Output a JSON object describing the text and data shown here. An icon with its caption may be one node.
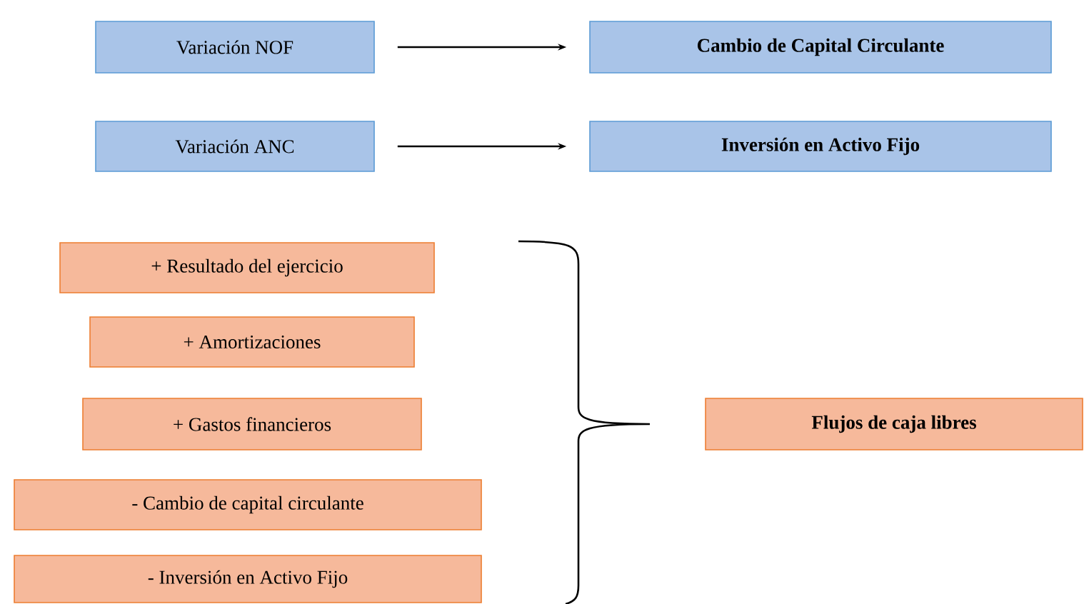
{
  "diagram": {
    "nodes": [
      {
        "text": [
          "Variación NOF"
        ]
      },
      {
        "text": [
          "Cambio de Capital Circulante"
        ]
      },
      {
        "text": [
          "Variación ANC"
        ]
      },
      {
        "text": [
          "Inversión en Activo Fijo"
        ]
      },
      {
        "text": [
          "+ Resultado del ejercicio"
        ]
      },
      {
        "text": [
          "+ Amortizaciones"
        ]
      },
      {
        "text": [
          "+ Gastos financieros"
        ]
      },
      {
        "text": [
          "- Cambio de capital circulante"
        ]
      },
      {
        "text": [
          "- Inversión en Activo Fijo"
        ]
      },
      {
        "text": [
          "Flujos de caja libres"
        ]
      }
    ],
    "edges": [
      {
        "from": 0,
        "to": 1,
        "arrow": "to"
      },
      {
        "from": 2,
        "to": 3,
        "arrow": "to"
      }
    ]
  }
}
